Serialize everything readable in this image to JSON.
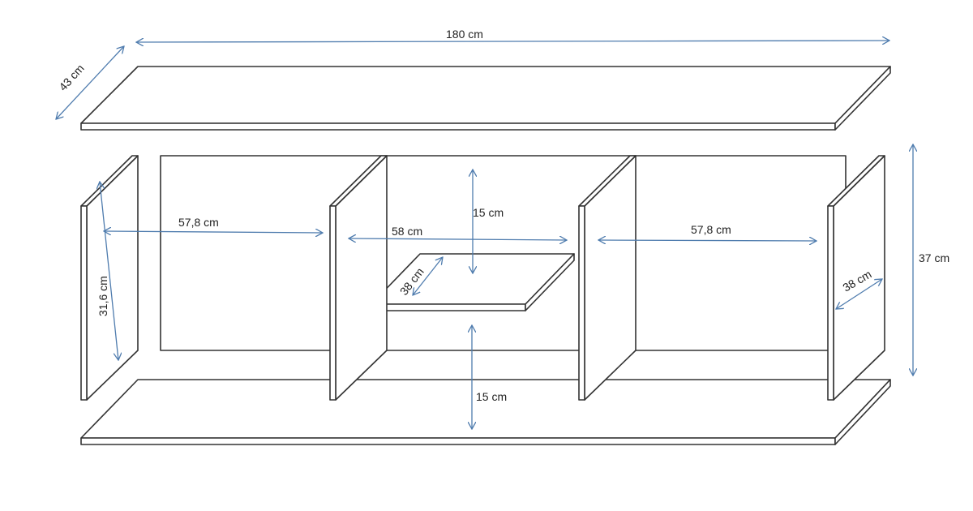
{
  "title": "Furniture dimension diagram",
  "dimensions": {
    "width": "180 cm",
    "depth": "43 cm",
    "height": "37 cm",
    "side_height": "31,6 cm",
    "left_compartment": "57,8 cm",
    "middle_compartment": "58 cm",
    "right_compartment": "57,8 cm",
    "upper_gap": "15 cm",
    "lower_gap": "15 cm",
    "shelf_depth": "38 cm",
    "inner_depth": "38 cm"
  },
  "colors": {
    "outline": "#333333",
    "dimension_arrow": "#4f7cae"
  }
}
